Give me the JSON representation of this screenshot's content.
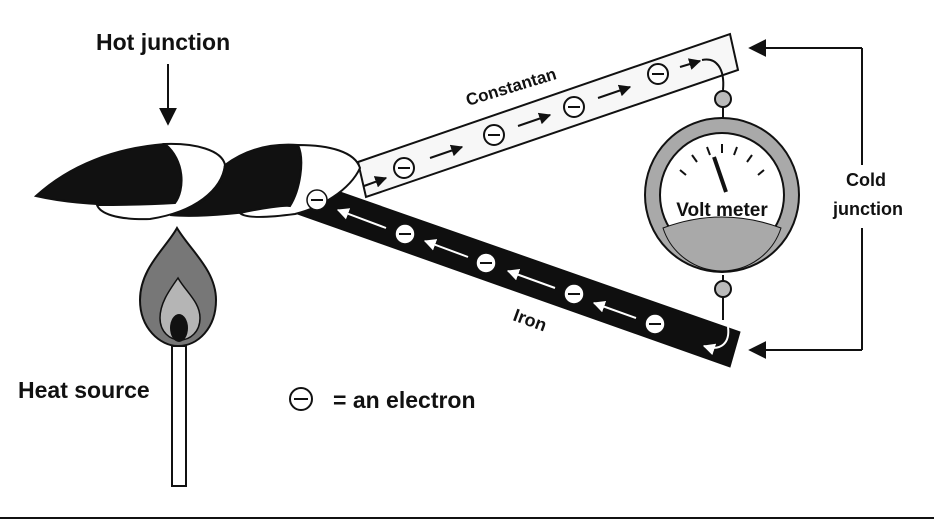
{
  "labels": {
    "hot_junction": "Hot junction",
    "constantan": "Constantan",
    "volt_meter": "Volt meter",
    "cold_junction_line1": "Cold",
    "cold_junction_line2": "junction",
    "iron": "Iron",
    "heat_source": "Heat source",
    "legend_text": "= an electron"
  },
  "icons": {
    "electron": "electron-icon",
    "flow_arrow": "arrow-icon",
    "flame": "flame-icon",
    "match": "match-icon",
    "gauge": "voltmeter-icon"
  },
  "colors": {
    "ink": "#111111",
    "iron_wire": "#0f0f0f",
    "constantan_wire": "#f7f7f7",
    "meter_body": "#a9a9a9",
    "meter_face": "#ffffff",
    "flame_outer": "#777777",
    "flame_inner": "#b5b5b5",
    "flame_core": "#111111"
  }
}
